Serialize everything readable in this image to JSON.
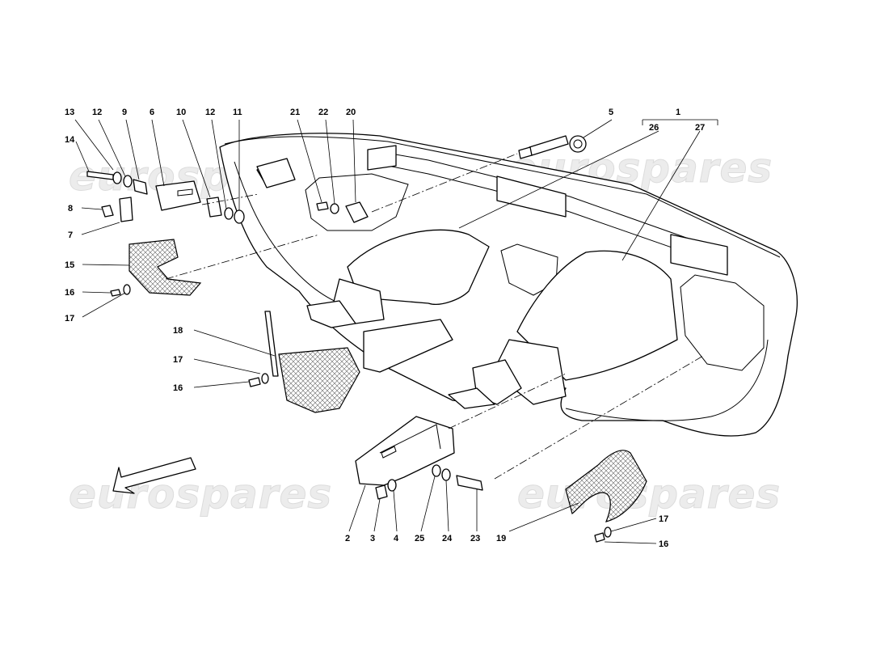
{
  "watermark": {
    "text": "eurospares"
  },
  "callouts": [
    "13",
    "12",
    "9",
    "6",
    "10",
    "12",
    "11",
    "21",
    "22",
    "20",
    "5",
    "1",
    "26",
    "27",
    "14",
    "8",
    "7",
    "15",
    "16",
    "17",
    "18",
    "17",
    "16",
    "2",
    "3",
    "4",
    "25",
    "24",
    "23",
    "19",
    "17",
    "16"
  ],
  "colors": {
    "line": "#000000",
    "background": "#ffffff",
    "watermark": "#e6e6e6"
  },
  "icons": [
    "direction-arrow-icon"
  ]
}
